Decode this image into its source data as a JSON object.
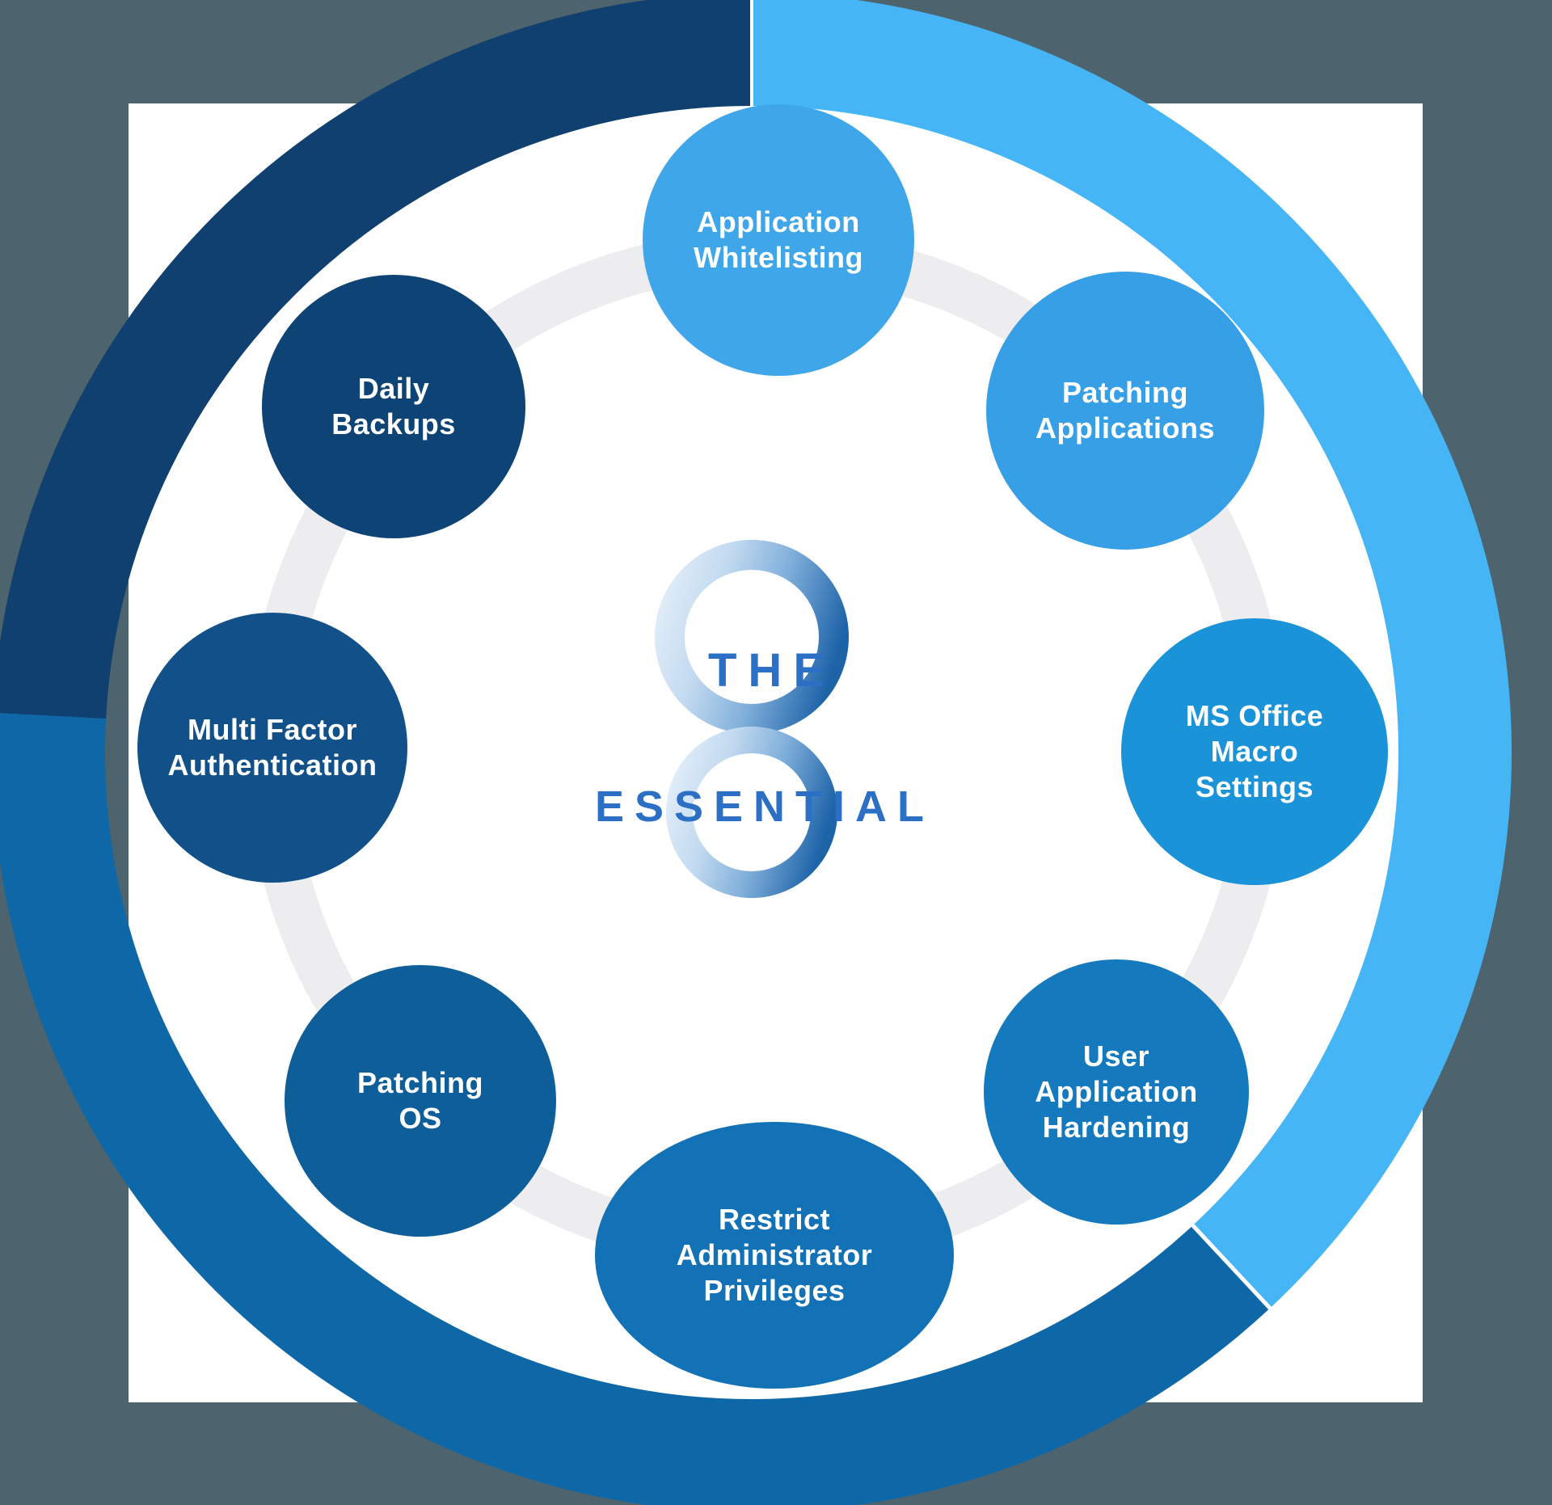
{
  "title": "The Essential 8",
  "canvas": {
    "background": "#4D636D",
    "panel": "#FFFFFF"
  },
  "outer_ring": {
    "segments": [
      {
        "name": "top-left-arc",
        "color": "#0F4070"
      },
      {
        "name": "bottom-arc",
        "color": "#0E68A8"
      },
      {
        "name": "right-arc",
        "color": "#46B5F6"
      }
    ],
    "gap_color": "#FFFFFF"
  },
  "connector_ring": {
    "color": "#EDEDEF"
  },
  "logo": {
    "the": "THE",
    "essential": "ESSENTIAL",
    "eight_symbol": "8",
    "text_color": "#2B70C5"
  },
  "label_text_color": "#FFFFFF",
  "items": [
    {
      "id": "application-whitelisting",
      "label": "Application\nWhitelisting",
      "color": "#3FA7E9"
    },
    {
      "id": "patching-applications",
      "label": "Patching\nApplications",
      "color": "#379FE5"
    },
    {
      "id": "ms-office-macro-settings",
      "label": "MS Office\nMacro\nSettings",
      "color": "#1B93D9"
    },
    {
      "id": "user-application-hardening",
      "label": "User\nApplication\nHardening",
      "color": "#1579BE"
    },
    {
      "id": "restrict-administrator-privileges",
      "label": "Restrict\nAdministrator\nPrivileges",
      "color": "#1371B6"
    },
    {
      "id": "patching-os",
      "label": "Patching\nOS",
      "color": "#0E5E9A"
    },
    {
      "id": "multi-factor-authentication",
      "label": "Multi Factor\nAuthentication",
      "color": "#12508A"
    },
    {
      "id": "daily-backups",
      "label": "Daily\nBackups",
      "color": "#0E4375"
    }
  ]
}
